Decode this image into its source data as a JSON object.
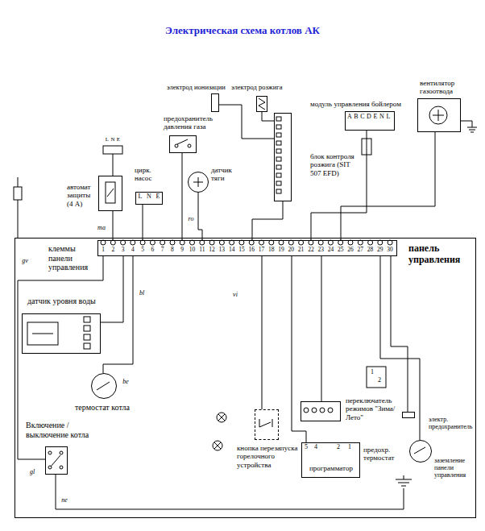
{
  "diagram": {
    "title": "Электрическая схема котлов АК",
    "nodes": [
      {
        "text": [
          "панель управления"
        ]
      },
      {
        "text": [
          "клеммы панели управления"
        ],
        "in": 0
      },
      {
        "text": [
          "датчик уровня воды"
        ],
        "in": 0
      },
      {
        "text": [
          "термостат котла"
        ],
        "in": 0
      },
      {
        "text": [
          "Включение / выключение котла"
        ],
        "in": 0
      },
      {
        "text": [
          "кнопка перезапуска горелочного устройства"
        ],
        "in": 0
      },
      {
        "text": [
          "переключатель режимов \"Зима/Лето\""
        ],
        "in": 0
      },
      {
        "text": [
          "программатор"
        ],
        "in": 0
      },
      {
        "text": [
          "предохр. термостат"
        ],
        "in": 0
      },
      {
        "text": [
          "электр. предохранитель"
        ],
        "in": 0
      },
      {
        "text": [
          "заземление панели управления"
        ],
        "in": 0
      },
      {
        "text": [
          "автомат защиты (4 А)"
        ]
      },
      {
        "text": [
          "цирк. насос"
        ]
      },
      {
        "text": [
          "предохранитель давления газа"
        ]
      },
      {
        "text": [
          "датчик тяги"
        ]
      },
      {
        "text": [
          "электрод ионизации"
        ]
      },
      {
        "text": [
          "электрод розжига"
        ]
      },
      {
        "text": [
          "блок контроля розжига (SIT 507 EFD)"
        ]
      },
      {
        "text": [
          "модуль управления бойлером"
        ]
      },
      {
        "text": [
          "вентилятор газоотвода"
        ]
      }
    ],
    "edges": [
      {
        "from": 11,
        "to": 1,
        "arrow": "none"
      },
      {
        "from": 12,
        "to": 1,
        "arrow": "none"
      },
      {
        "from": 13,
        "to": 1,
        "arrow": "none"
      },
      {
        "from": 14,
        "to": 1,
        "arrow": "none"
      },
      {
        "from": 15,
        "to": 17,
        "arrow": "none"
      },
      {
        "from": 16,
        "to": 17,
        "arrow": "none"
      },
      {
        "from": 17,
        "to": 1,
        "arrow": "none"
      },
      {
        "from": 18,
        "to": 1,
        "arrow": "none"
      },
      {
        "from": 19,
        "to": 1,
        "arrow": "none"
      },
      {
        "from": 2,
        "to": 1,
        "arrow": "none"
      },
      {
        "from": 3,
        "to": 1,
        "arrow": "none"
      },
      {
        "from": 4,
        "to": 1,
        "arrow": "none"
      },
      {
        "from": 5,
        "to": 1,
        "arrow": "none"
      },
      {
        "from": 6,
        "to": 1,
        "arrow": "none"
      },
      {
        "from": 7,
        "to": 1,
        "arrow": "none"
      },
      {
        "from": 8,
        "to": 1,
        "arrow": "none"
      },
      {
        "from": 9,
        "to": 1,
        "arrow": "none"
      }
    ],
    "labels": [
      "1",
      "2",
      "3",
      "4",
      "5",
      "6",
      "7",
      "8",
      "9",
      "10",
      "11",
      "12",
      "13",
      "14",
      "15",
      "16",
      "17",
      "18",
      "19",
      "20",
      "21",
      "22",
      "23",
      "24",
      "25",
      "26",
      "27",
      "28",
      "29",
      "30",
      "A",
      "B",
      "C",
      "D",
      "E",
      "N",
      "L",
      "L",
      "N",
      "E",
      "L",
      "N",
      "E",
      "1",
      "2",
      "5",
      "4",
      "2",
      "1",
      "gv",
      "ma",
      "ro",
      "bl",
      "be",
      "gl",
      "ne",
      "vi"
    ]
  }
}
